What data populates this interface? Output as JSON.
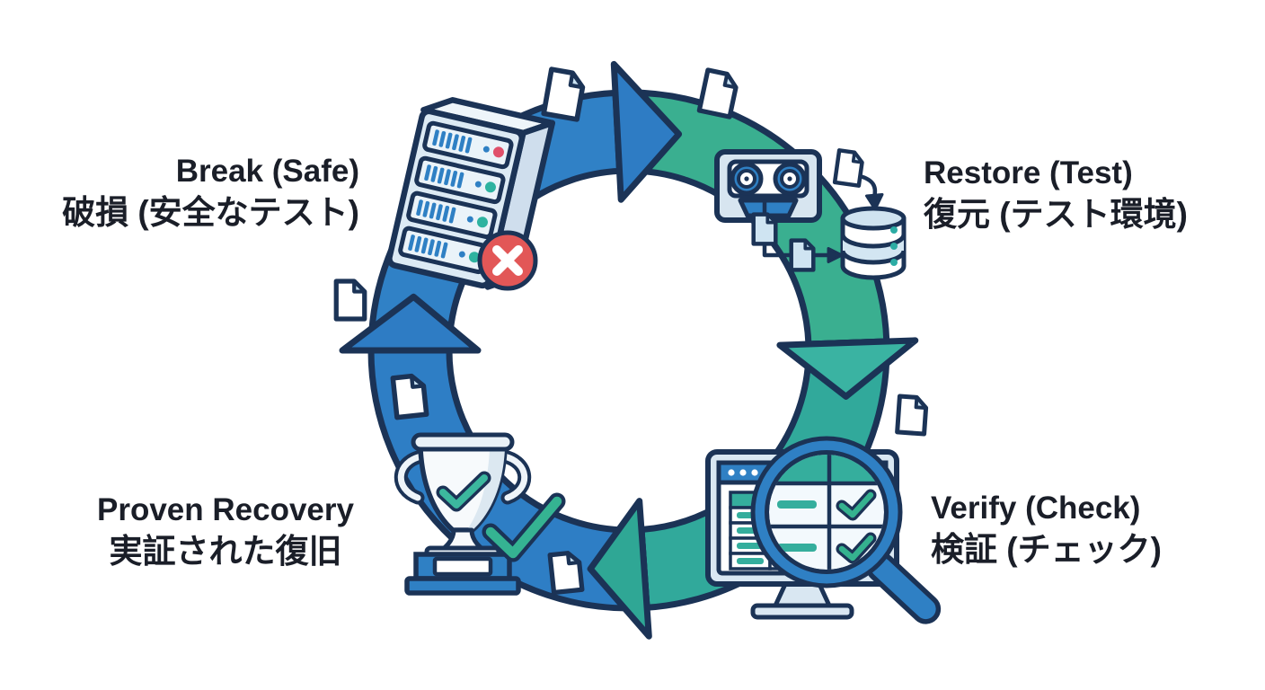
{
  "diagram_type": "circular-cycle",
  "stages": [
    {
      "id": "break",
      "label_en": "Break (Safe)",
      "label_ja": "破損 (安全なテスト)",
      "icon": "server-error-icon",
      "position": "top-left"
    },
    {
      "id": "restore",
      "label_en": "Restore (Test)",
      "label_ja": "復元 (テスト環境)",
      "icon": "tape-to-database-icon",
      "position": "top-right"
    },
    {
      "id": "verify",
      "label_en": "Verify (Check)",
      "label_ja": "検証 (チェック)",
      "icon": "monitor-magnifier-icon",
      "position": "bottom-right"
    },
    {
      "id": "proven",
      "label_en": "Proven Recovery",
      "label_ja": "実証された復旧",
      "icon": "trophy-check-icon",
      "position": "bottom-left"
    }
  ],
  "cycle": {
    "direction": "clockwise",
    "segments": [
      {
        "from": "break",
        "to": "restore",
        "color": "blue"
      },
      {
        "from": "restore",
        "to": "verify",
        "color": "teal"
      },
      {
        "from": "verify",
        "to": "proven",
        "color": "teal"
      },
      {
        "from": "proven",
        "to": "break",
        "color": "blue"
      }
    ]
  },
  "colors": {
    "blue": "#2f80c4",
    "teal_green": "#3aaf90",
    "teal": "#31a99b",
    "navy_outline": "#1b3356",
    "light_panel": "#dcebf5",
    "lighter_panel": "#eef5fa",
    "accent_teal": "#2eb3a0",
    "error_red": "#e25757",
    "text": "#1a1e28",
    "background": "#ffffff"
  }
}
